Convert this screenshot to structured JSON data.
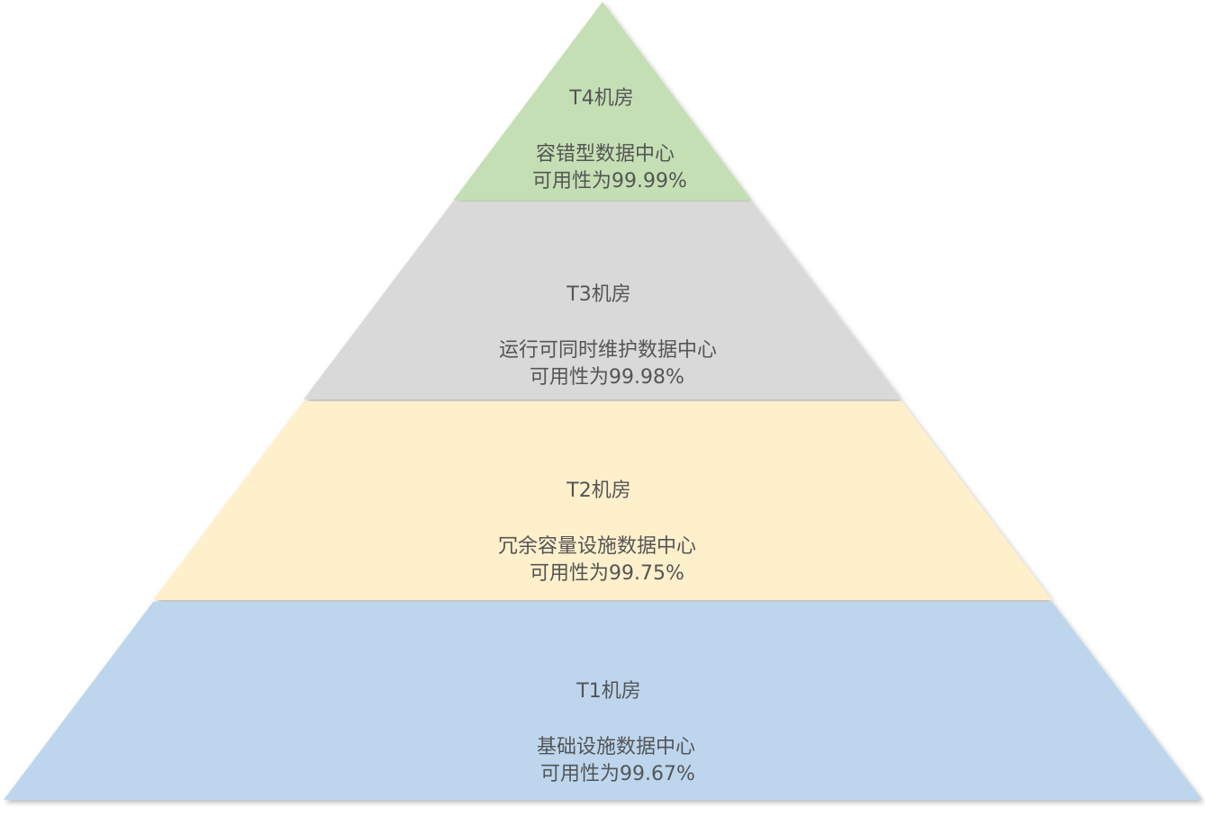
{
  "diagram": {
    "type": "pyramid",
    "tiers": [
      {
        "id": "t4",
        "title": "T4机房",
        "description": "容错型数据中心",
        "availability": "可用性为99.99%",
        "color": "#c5dfb4"
      },
      {
        "id": "t3",
        "title": "T3机房",
        "description": "运行可同时维护数据中心",
        "availability": "可用性为99.98%",
        "color": "#d9d9d9"
      },
      {
        "id": "t2",
        "title": "T2机房",
        "description": "冗余容量设施数据中心",
        "availability": "可用性为99.75%",
        "color": "#fff0cc"
      },
      {
        "id": "t1",
        "title": "T1机房",
        "description": "基础设施数据中心",
        "availability": "可用性为99.67%",
        "color": "#bdd6ee"
      }
    ],
    "text_color": "#555555",
    "divider_color": "#ffffff"
  }
}
